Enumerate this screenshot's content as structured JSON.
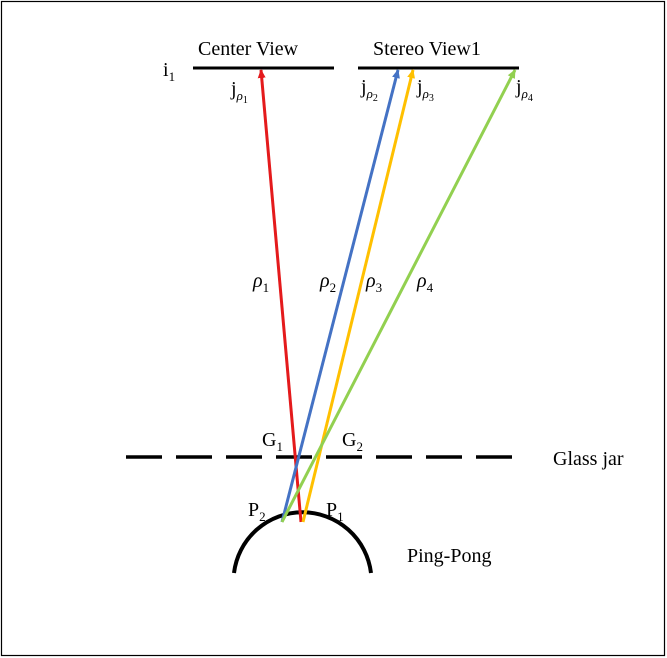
{
  "labels": {
    "center_view": "Center View",
    "stereo_view": "Stereo View1",
    "glass_jar": "Glass jar",
    "ping_pong": "Ping-Pong",
    "i_base": "i",
    "i_sub": "1",
    "j_base": "j",
    "rho": "ρ",
    "g_base": "G",
    "p_base": "P",
    "n1": "1",
    "n2": "2",
    "n3": "3",
    "n4": "4"
  },
  "ray_colors": {
    "rho1": "#e41a1c",
    "rho2": "#4472c4",
    "rho3": "#ffc000",
    "rho4": "#92d050"
  },
  "ray_order": [
    "rho1",
    "rho2",
    "rho3",
    "rho4"
  ]
}
